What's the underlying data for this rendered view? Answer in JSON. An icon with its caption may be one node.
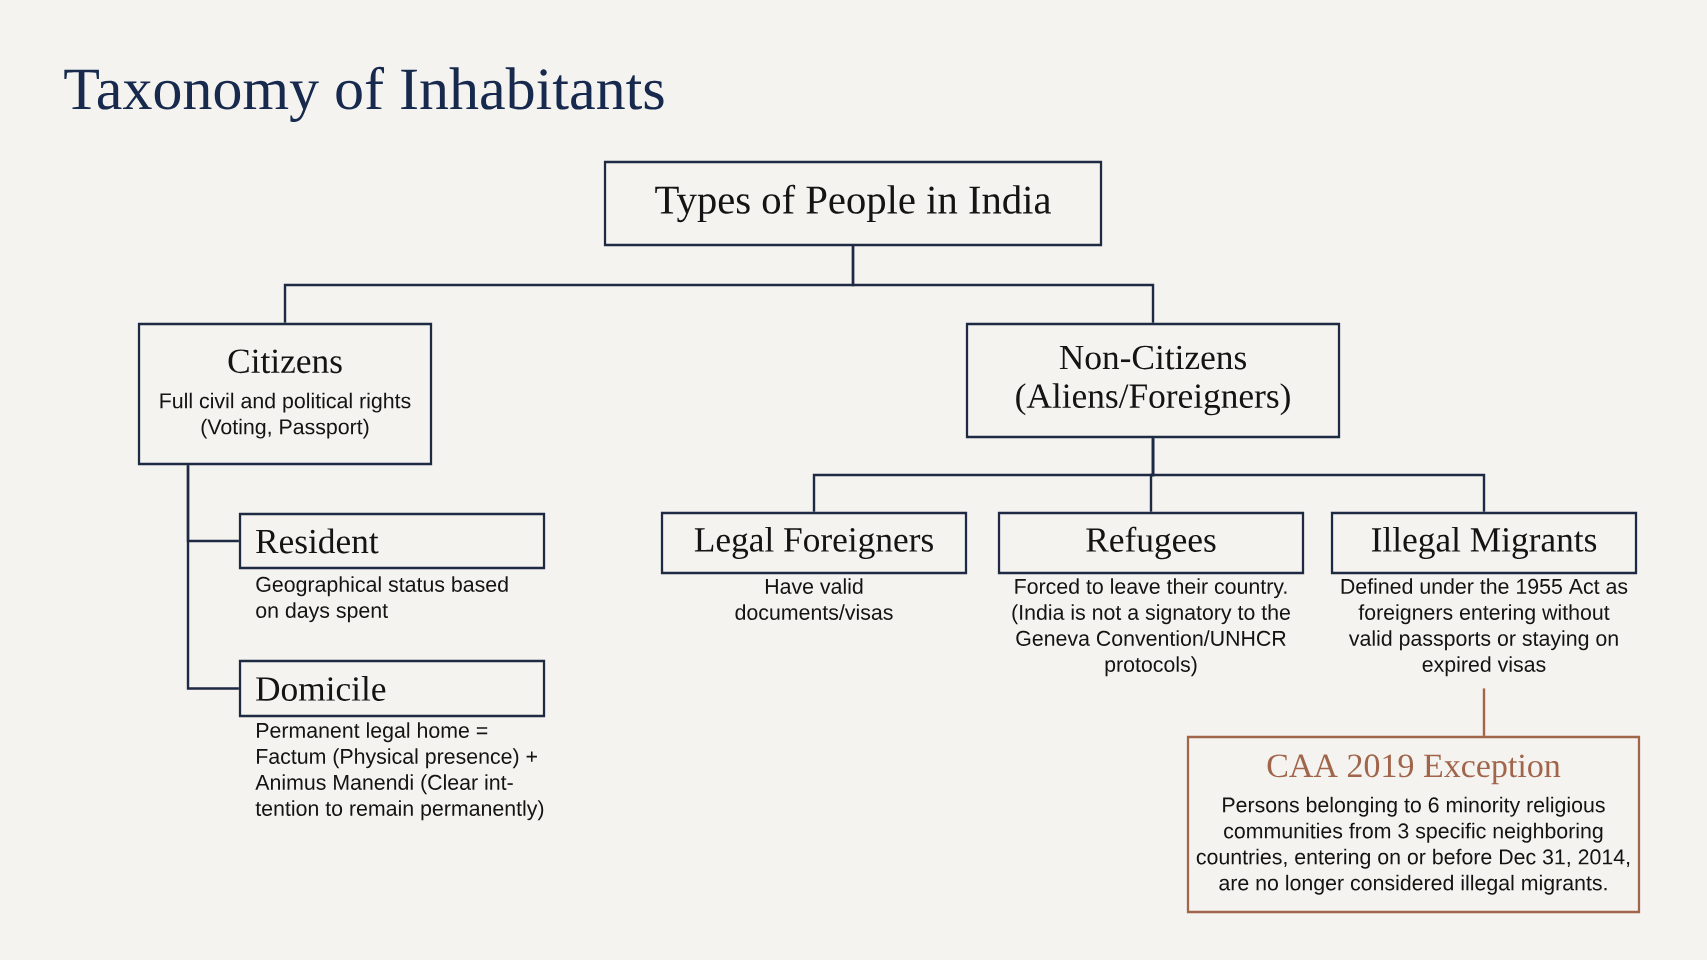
{
  "diagram": {
    "title": "Taxonomy of Inhabitants",
    "nodes": [
      {
        "text": [
          "Types of People in India"
        ]
      },
      {
        "text": [
          "Citizens",
          "Full civil and political rights (Voting, Passport)"
        ]
      },
      {
        "text": [
          "Non-Citizens (Aliens/Foreigners)"
        ]
      },
      {
        "text": [
          "Resident"
        ],
        "beside": [
          "Geographical status based on days spent"
        ]
      },
      {
        "text": [
          "Domicile"
        ],
        "beside": [
          "Permanent legal home = Factum (Physical presence) + Animus Manendi (Clear int- tention to remain permanently)"
        ]
      },
      {
        "text": [
          "Legal Foreigners"
        ],
        "beside": [
          "Have valid documents/visas"
        ]
      },
      {
        "text": [
          "Refugees"
        ],
        "beside": [
          "Forced to leave their country. (India is not a signatory to the Geneva Convention/UNHCR protocols)"
        ]
      },
      {
        "text": [
          "Illegal Migrants"
        ],
        "beside": [
          "Defined under the 1955 Act as foreigners entering without valid passports or staying on expired visas"
        ]
      },
      {
        "text": [
          "CAA 2019 Exception",
          "Persons belonging to 6 minority religious communities from 3 specific neighboring countries, entering on or before Dec 31, 2014, are no longer considered illegal migrants."
        ]
      }
    ],
    "edges": [
      {
        "from": 0,
        "to": 1,
        "arrow": "none"
      },
      {
        "from": 0,
        "to": 2,
        "arrow": "none"
      },
      {
        "from": 1,
        "to": 3,
        "arrow": "none"
      },
      {
        "from": 1,
        "to": 4,
        "arrow": "none"
      },
      {
        "from": 2,
        "to": 5,
        "arrow": "none"
      },
      {
        "from": 2,
        "to": 6,
        "arrow": "none"
      },
      {
        "from": 2,
        "to": 7,
        "arrow": "none"
      },
      {
        "from": 7,
        "to": 8,
        "arrow": "none",
        "color": "#a0654b"
      }
    ]
  }
}
